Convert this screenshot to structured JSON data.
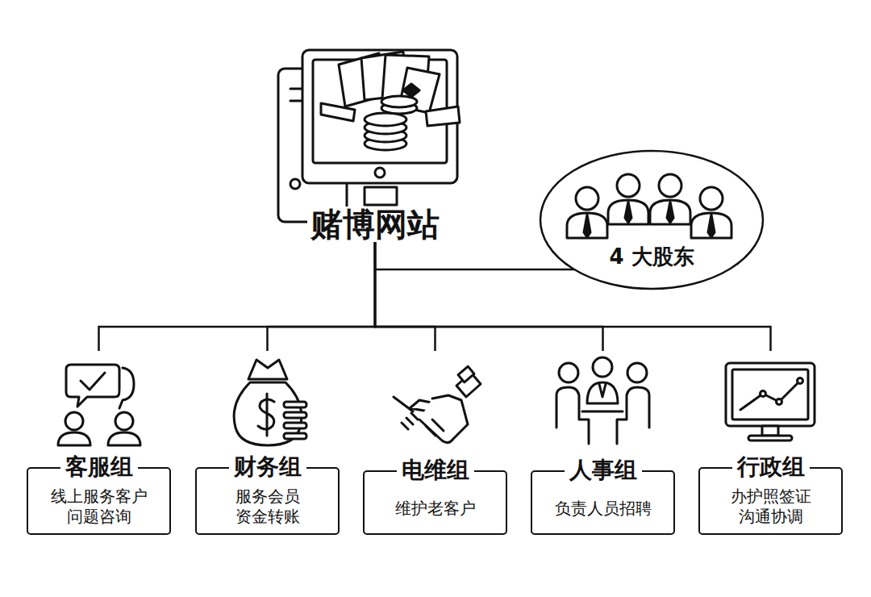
{
  "diagram": {
    "nodes": [
      {
        "text": [
          "赌博网站"
        ]
      },
      {
        "text": [
          "4 大股东"
        ]
      },
      {
        "text": [
          "客服组",
          "线上服务客户 问题咨询"
        ]
      },
      {
        "text": [
          "财务组",
          "服务会员 资金转账"
        ]
      },
      {
        "text": [
          "电维组",
          "维护老客户"
        ]
      },
      {
        "text": [
          "人事组",
          "负责人员招聘"
        ]
      },
      {
        "text": [
          "行政组",
          "办护照签证 沟通协调"
        ]
      }
    ],
    "edges": [
      {
        "from": 1,
        "to": 0,
        "arrow": "none"
      },
      {
        "from": 0,
        "to": 2,
        "arrow": "none"
      },
      {
        "from": 0,
        "to": 3,
        "arrow": "none"
      },
      {
        "from": 0,
        "to": 4,
        "arrow": "none"
      },
      {
        "from": 0,
        "to": 5,
        "arrow": "none"
      },
      {
        "from": 0,
        "to": 6,
        "arrow": "none"
      }
    ]
  }
}
